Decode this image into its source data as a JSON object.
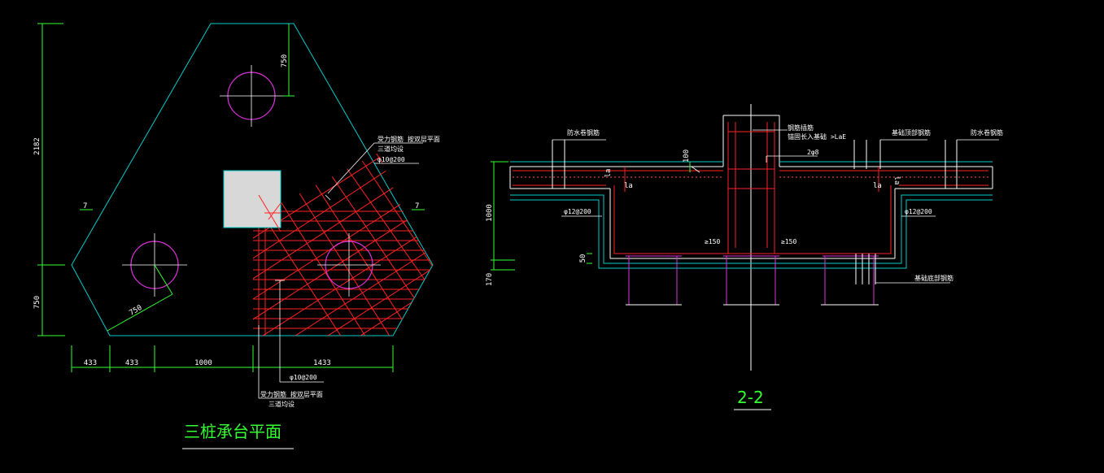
{
  "plan": {
    "title": "三桩承台平面",
    "dim_total_height": "2182",
    "dim_left_bottom": "750",
    "dim_top_right": "750",
    "dim_pile_radius": "750",
    "dims_bottom": [
      "433",
      "433",
      "1000",
      "1433"
    ],
    "label_seven_left": "7",
    "label_seven_right": "7",
    "note_top_1": "受力钢筋 按双层平面",
    "note_top_2": "三道均设",
    "note_top_3": "φ10@200",
    "note_bottom_1": "φ10@200",
    "note_bottom_2": "受力钢筋 按双层平面",
    "note_bottom_3": "三道均设"
  },
  "section": {
    "title": "2-2",
    "label_waterproof_left": "防水卷钢筋",
    "label_column": "钢筋插筋",
    "label_column_2": "锚固长入基础 >LaE",
    "label_2phi8": "2φ8",
    "label_foundation_top": "基础顶部钢筋",
    "label_waterproof_right": "防水卷钢筋",
    "dim_100": "100",
    "dim_1000": "1000",
    "dim_170": "170",
    "dim_50": "50",
    "label_la_left": "la",
    "label_la_right": "la",
    "label_la_top_left": "la",
    "label_la_top_right": "la",
    "rebar_left": "φ12@200",
    "rebar_right": "φ12@200",
    "ge150_left": "≥150",
    "ge150_right": "≥150",
    "label_foundation_bottom": "基础底部钢筋"
  }
}
